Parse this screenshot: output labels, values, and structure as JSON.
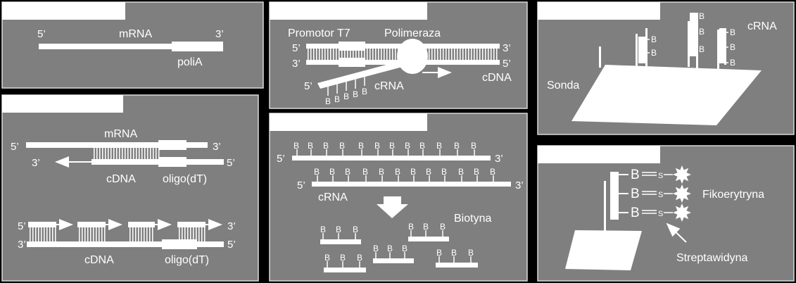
{
  "panel1": {
    "five": "5’",
    "three": "3’",
    "mrna": "mRNA",
    "polia": "poliA"
  },
  "panel2": {
    "five_a": "5’",
    "three_a": "3’",
    "mrna": "mRNA",
    "three_b": "3’",
    "five_b": "5’",
    "cdna": "cDNA",
    "oligo": "oligo(dT)",
    "five_c": "5’",
    "three_c": "3’",
    "three_d": "3’",
    "five_d": "5’",
    "cdna2": "cDNA",
    "oligo2": "oligo(dT)"
  },
  "panel3": {
    "promotor": "Promotor T7",
    "polimeraza": "Polimeraza",
    "five_a": "5’",
    "three_a": "3’",
    "three_b": "3’",
    "five_b": "5’",
    "five_c": "5’",
    "crna": "cRNA",
    "cdna": "cDNA",
    "b": "B"
  },
  "panel4": {
    "b": "B",
    "five_a": "5’",
    "three_a": "3’",
    "five_b": "5’",
    "three_b": "3’",
    "crna": "cRNA",
    "biotyna": "Biotyna"
  },
  "panel5": {
    "sonda": "Sonda",
    "crna": "cRNA",
    "b": "B"
  },
  "panel6": {
    "b": "B",
    "s": "S",
    "fikoerytryna": "Fikoerytryna",
    "streptawidyna": "Streptawidyna"
  },
  "colors": {
    "panel": "#7f7f7f",
    "border": "#d9d9d9",
    "fg": "#ffffff",
    "bg": "#000000"
  }
}
